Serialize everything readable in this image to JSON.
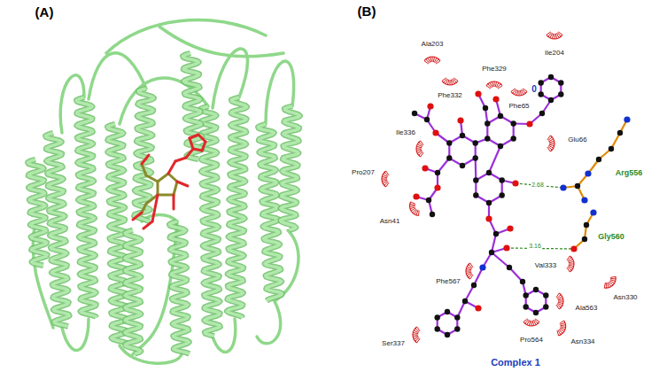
{
  "diagram": {
    "caption": "Complex 1",
    "labels": [
      "(A)",
      "(B)",
      "Ala203",
      "Phe329",
      "Ile204",
      "Phe332",
      "Phe65",
      "Glu66",
      "Ile336",
      "0",
      "Pro207",
      "Arg556",
      "2.68",
      "Asn41",
      "Gly560",
      "3.16",
      "Val333",
      "Phe567",
      "Asn330",
      "Ala563",
      "Ser337",
      "Pro564",
      "Asn334"
    ]
  }
}
